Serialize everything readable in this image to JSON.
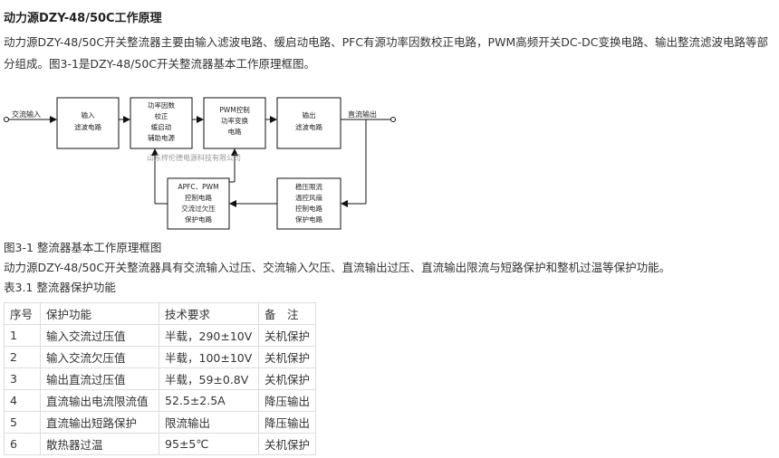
{
  "title": "动力源DZY-48/50C工作原理",
  "intro": "动力源DZY-48/50C开关整流器主要由输入滤波电路、缓启动电路、PFC有源功率因数校正电路，PWM高频开关DC-DC变换电路、输出整流滤波电路等部分组成。图3-1是DZY-48/50C开关整流器基本工作原理框图。",
  "diagram": {
    "input_label": "交流输入",
    "output_label": "直流输出",
    "watermark": "山东梓伦德电源科技有限公司",
    "blocks": {
      "input_filter": [
        "输入",
        "滤波电路"
      ],
      "pfc": [
        "功率因数",
        "校正",
        "缓启动",
        "辅助电源"
      ],
      "pwm": [
        "PWM控制",
        "功率变换",
        "电路"
      ],
      "output_filter": [
        "输出",
        "滤波电路"
      ],
      "apfc": [
        "APFC、PWM",
        "控制电路",
        "交流过欠压",
        "保护电路"
      ],
      "protect": [
        "稳压限流",
        "温控风扇",
        "控制电路",
        "保护电路"
      ]
    }
  },
  "figure_caption": "图3-1 整流器基本工作原理框图",
  "para2": "动力源DZY-48/50C开关整流器具有交流输入过压、交流输入欠压、直流输出过压、直流输出限流与短路保护和整机过温等保护功能。",
  "table_caption": "表3.1  整流器保护功能",
  "table": {
    "headers": [
      "序号",
      "保护功能",
      "技术要求",
      "备　注"
    ],
    "rows": [
      [
        "1",
        "输入交流过压值",
        "半载，290±10V",
        "关机保护"
      ],
      [
        "2",
        "输入交流欠压值",
        "半载，100±10V",
        "关机保护"
      ],
      [
        "3",
        "输出直流过压值",
        "半载，59±0.8V",
        "关机保护"
      ],
      [
        "4",
        "直流输出电流限流值",
        "52.5±2.5A",
        "降压输出"
      ],
      [
        "5",
        "直流输出短路保护",
        "限流输出",
        "降压输出"
      ],
      [
        "6",
        "散热器过温",
        "95±5℃",
        "关机保护"
      ]
    ]
  }
}
